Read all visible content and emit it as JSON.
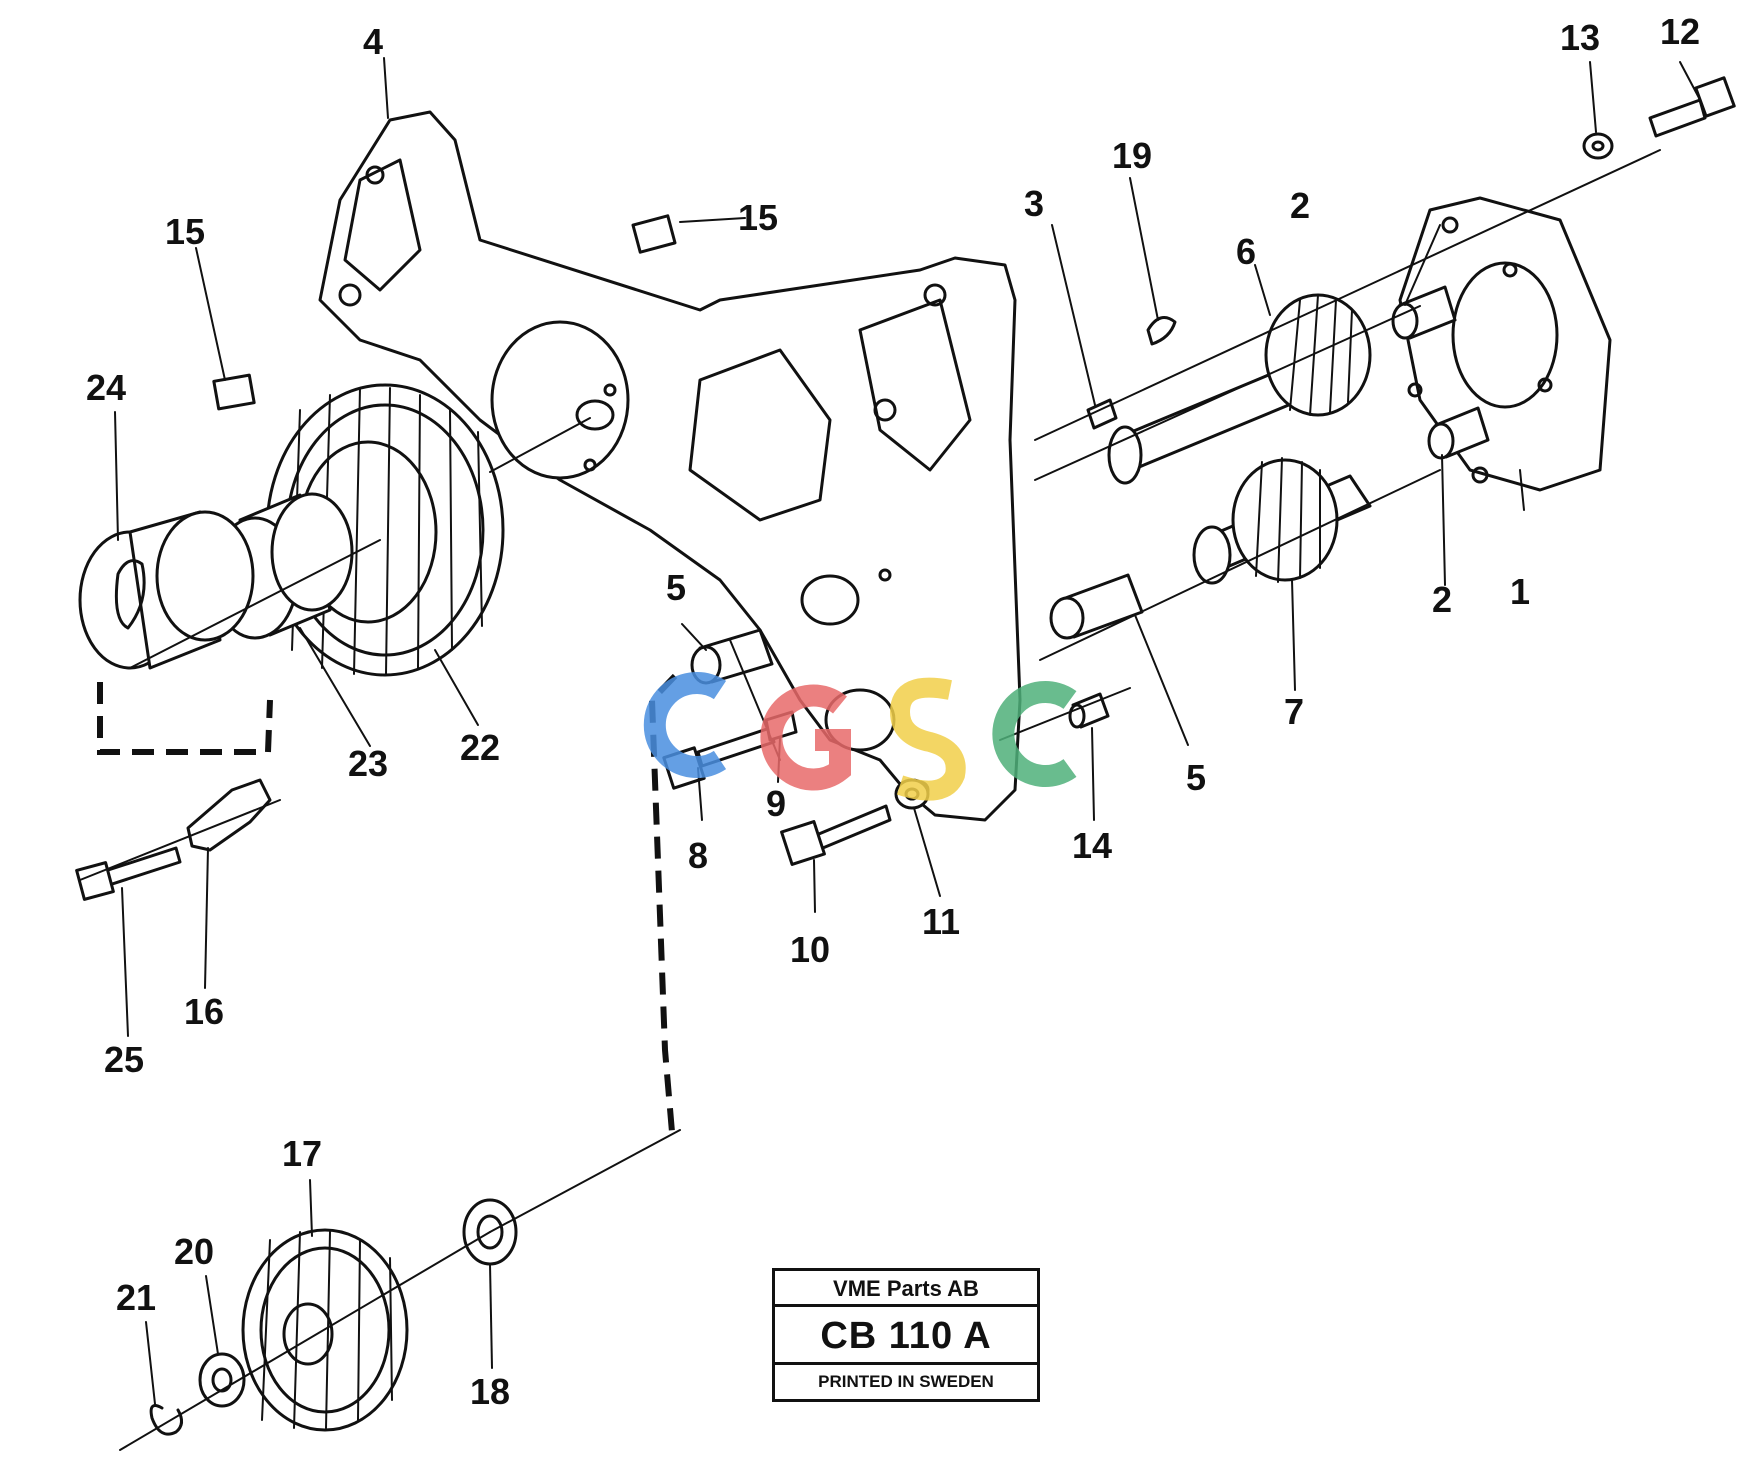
{
  "callouts": {
    "c1": "1",
    "c2a": "2",
    "c2b": "2",
    "c3": "3",
    "c4": "4",
    "c5a": "5",
    "c5b": "5",
    "c6": "6",
    "c7": "7",
    "c8": "8",
    "c9": "9",
    "c10": "10",
    "c11": "11",
    "c12": "12",
    "c13": "13",
    "c14": "14",
    "c15a": "15",
    "c15b": "15",
    "c16": "16",
    "c17": "17",
    "c18": "18",
    "c19": "19",
    "c20": "20",
    "c21": "21",
    "c22": "22",
    "c23": "23",
    "c24": "24",
    "c25": "25"
  },
  "stamp": {
    "company": "VME Parts AB",
    "code": "CB 110 A",
    "printed": "PRINTED IN SWEDEN"
  },
  "watermark": {
    "text": "CGSC",
    "colors": [
      "#4a8fe0",
      "#e86a6a",
      "#f2d04a",
      "#4fb07a"
    ]
  }
}
